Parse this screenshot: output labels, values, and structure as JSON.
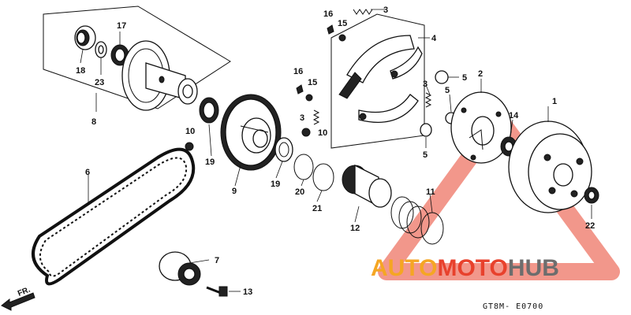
{
  "diagram": {
    "callouts": [
      "1",
      "2",
      "3",
      "4",
      "5",
      "6",
      "7",
      "8",
      "9",
      "10",
      "11",
      "12",
      "13",
      "14",
      "15",
      "16",
      "17",
      "18",
      "19",
      "20",
      "21",
      "22",
      "23"
    ],
    "code": "GT8M- E0700",
    "direction_label": "FR.",
    "watermark": {
      "part1": "AUTO",
      "part2": "MOTO",
      "part3": "HUB",
      "color_orange": "#f5a623",
      "color_red": "#e8412c",
      "color_gray": "#6d6d6d"
    }
  }
}
